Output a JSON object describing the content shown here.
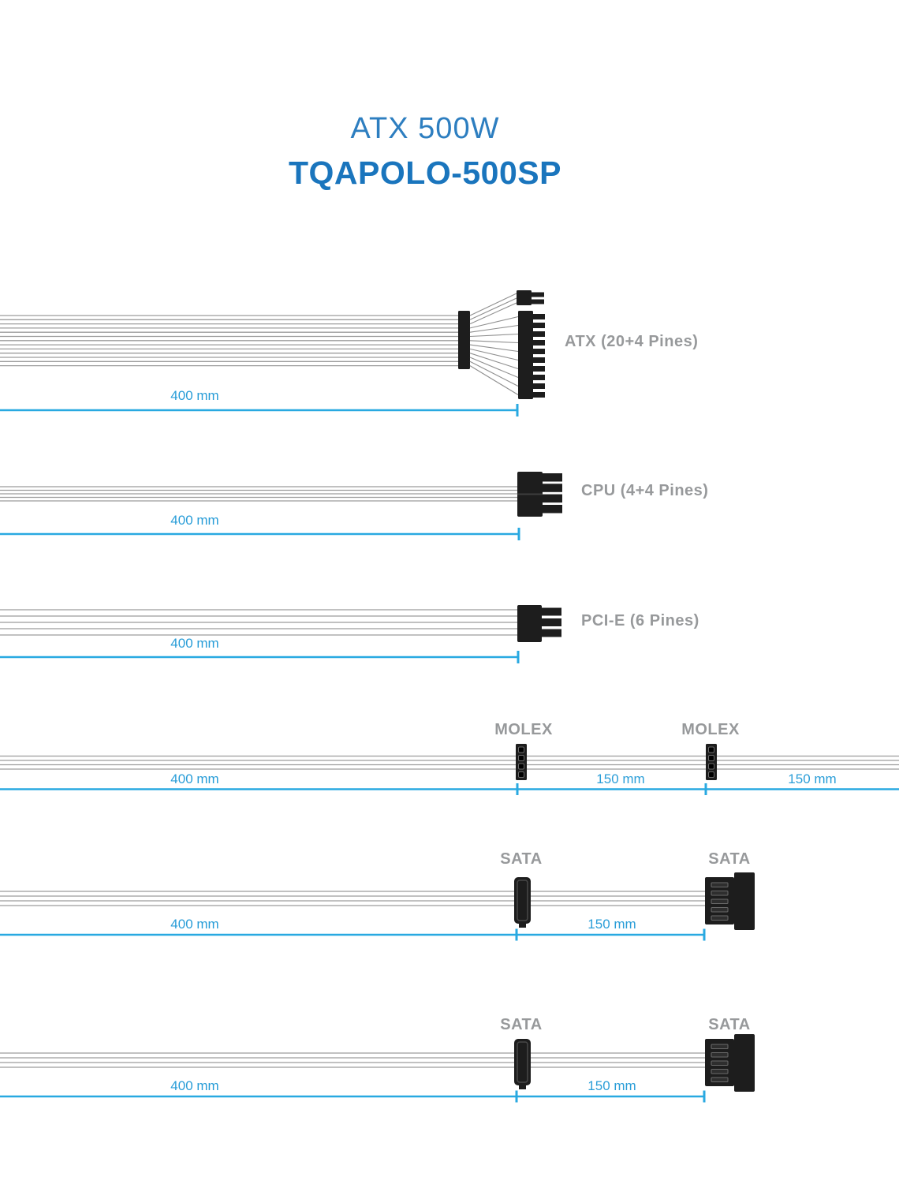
{
  "title": {
    "line1": "ATX 500W",
    "line2": "TQAPOLO-500SP"
  },
  "colors": {
    "title_blue": "#2d7ec0",
    "model_blue": "#1a75bd",
    "dimension_blue": "#29a9e1",
    "label_gray": "#97999b",
    "connector_black": "#1d1d1d",
    "wire_gray": "#9c9c9c"
  },
  "cables": [
    {
      "label": "ATX (20+4 Pines)",
      "dims": [
        "400 mm"
      ]
    },
    {
      "label": "CPU (4+4 Pines)",
      "dims": [
        "400 mm"
      ]
    },
    {
      "label": "PCI-E (6 Pines)",
      "dims": [
        "400 mm"
      ]
    },
    {
      "connectors": [
        "MOLEX",
        "MOLEX"
      ],
      "dims": [
        "400 mm",
        "150 mm",
        "150 mm"
      ]
    },
    {
      "connectors": [
        "SATA",
        "SATA"
      ],
      "dims": [
        "400 mm",
        "150 mm"
      ]
    },
    {
      "connectors": [
        "SATA",
        "SATA"
      ],
      "dims": [
        "400 mm",
        "150 mm"
      ]
    }
  ]
}
